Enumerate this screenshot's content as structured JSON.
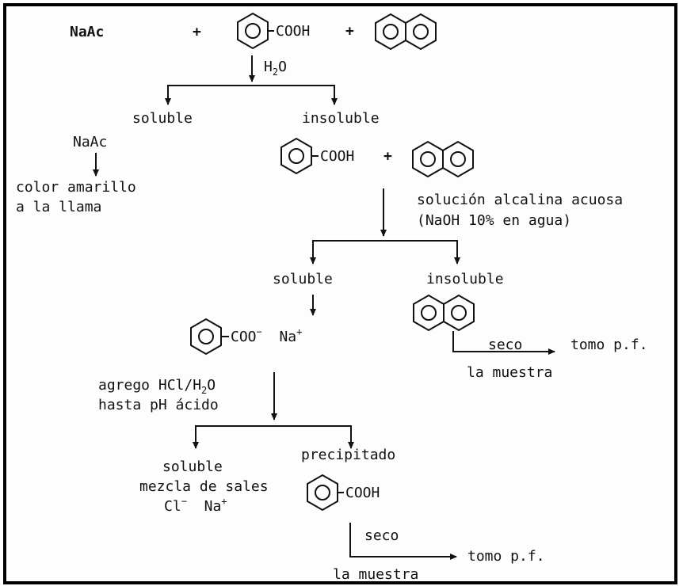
{
  "top": {
    "reactant_1": "NaAc",
    "plus_1": "+",
    "cooh_1": "COOH",
    "plus_2": "+",
    "water_h": "H",
    "water_2": "2",
    "water_o": "O"
  },
  "first_split": {
    "soluble": "soluble",
    "insoluble": "insoluble"
  },
  "left_branch": {
    "compound": "NaAc",
    "result_line1": "color amarillo",
    "result_line2": "a la llama"
  },
  "middle": {
    "cooh": "COOH",
    "plus": "+",
    "reagent_line1": "solución alcalina acuosa",
    "reagent_line2": "(NaOH 10% en agua)"
  },
  "second_split": {
    "soluble": "soluble",
    "insoluble": "insoluble",
    "coo": "COO",
    "minus": "−",
    "na": "Na",
    "plus": "+",
    "seco": "seco",
    "tomo": "tomo p.f.",
    "muestra": "la muestra"
  },
  "acid_step": {
    "line1_a": "agrego HCl/H",
    "line1_sub": "2",
    "line1_b": "O",
    "line2": "hasta pH ácido"
  },
  "third_split": {
    "soluble": "soluble",
    "mezcla": "mezcla de sales",
    "cl": "Cl",
    "cl_sup": "−",
    "na": "Na",
    "na_sup": "+",
    "precipitado": "precipitado",
    "cooh": "COOH",
    "seco": "seco",
    "tomo": "tomo p.f.",
    "muestra": "la muestra"
  }
}
